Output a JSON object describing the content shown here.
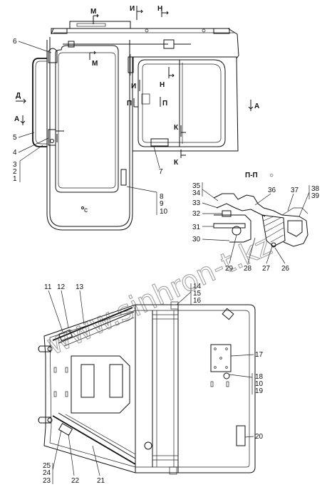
{
  "top_view": {
    "section_labels": [
      {
        "id": "m-top",
        "text": "М"
      },
      {
        "id": "i-top",
        "text": "И"
      },
      {
        "id": "n-top",
        "text": "Н"
      },
      {
        "id": "m-mid",
        "text": "М"
      },
      {
        "id": "i-mid",
        "text": "И"
      },
      {
        "id": "n-mid",
        "text": "Н"
      },
      {
        "id": "p-left",
        "text": "П"
      },
      {
        "id": "p-right",
        "text": "П"
      },
      {
        "id": "k-mid",
        "text": "К"
      },
      {
        "id": "k-bottom",
        "text": "К"
      },
      {
        "id": "d-left",
        "text": "Д"
      },
      {
        "id": "a-left",
        "text": "А"
      },
      {
        "id": "a-right",
        "text": "А"
      }
    ],
    "callouts": [
      "6",
      "5",
      "4",
      "3",
      "2",
      "1",
      "7",
      "8",
      "9",
      "10"
    ],
    "small_mark": "с"
  },
  "section_view": {
    "title": "П-П",
    "title_symbol": "○",
    "callouts": [
      "35",
      "34",
      "33",
      "36",
      "37",
      "38",
      "39",
      "32",
      "31",
      "30",
      "29",
      "28",
      "27",
      "26"
    ]
  },
  "plan_view": {
    "callouts": [
      "11",
      "12",
      "13",
      "14",
      "15",
      "16",
      "17",
      "18",
      "10",
      "19",
      "20",
      "25",
      "24",
      "23",
      "22",
      "21"
    ]
  },
  "watermark": "www.sinhron-t.kz"
}
